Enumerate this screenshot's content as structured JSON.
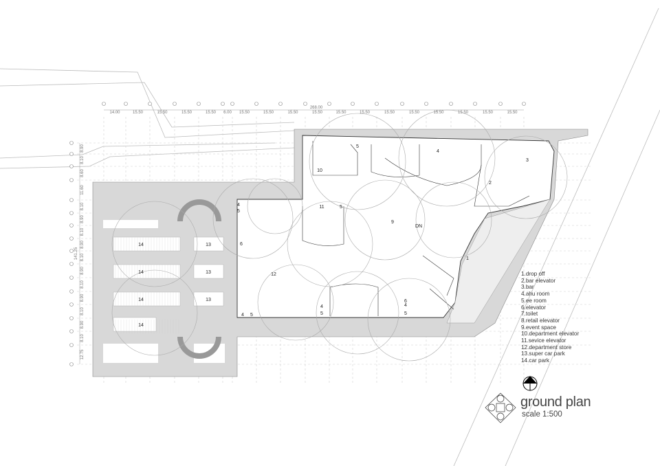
{
  "drawing": {
    "title": "ground plan",
    "scale": "scale 1:500",
    "top_dimension_total": "268.00",
    "top_dimensions": [
      "14.00",
      "15.50",
      "15.50",
      "15.50",
      "15.50",
      "6.00",
      "15.50",
      "15.50",
      "15.50",
      "15.50",
      "15.50",
      "15.50",
      "15.50",
      "15.50",
      "15.50",
      "15.50",
      "15.50",
      "15.50"
    ],
    "left_dimension_total": "141.25",
    "left_dimensions": [
      "8.90",
      "8.10",
      "8.60",
      "11.60",
      "8.10",
      "8.90",
      "8.10",
      "8.90",
      "8.10",
      "8.90",
      "8.10",
      "8.90",
      "8.10",
      "8.90",
      "8.10",
      "12.75"
    ],
    "room_labels": [
      "1",
      "2",
      "3",
      "9",
      "12",
      "10",
      "14",
      "14",
      "14",
      "14",
      "13",
      "13",
      "13",
      "DN",
      "4",
      "5",
      "6",
      "11",
      "5",
      "4",
      "5",
      "4",
      "5",
      "6",
      "4",
      "5",
      "4",
      "5"
    ]
  },
  "legend": [
    "1.drop off",
    "2.bar elevator",
    "3.bar",
    "4.ahu room",
    "5.ee room",
    "6.elevator",
    "7.toilet",
    "8.retail elevator",
    "9.event space",
    "10.department elevator",
    "11.sevice elevator",
    "12.department store",
    "13.super car park",
    "14.car park"
  ],
  "colors": {
    "road": "#d6d6d6",
    "line": "#333333",
    "grid": "#cfcfcf"
  }
}
